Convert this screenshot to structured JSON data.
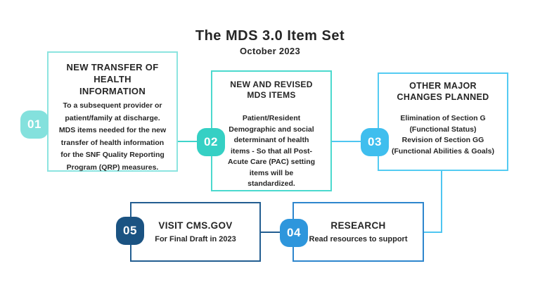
{
  "header": {
    "title": "The MDS 3.0 Item Set",
    "subtitle": "October 2023"
  },
  "steps": [
    {
      "number": "01",
      "title": "NEW TRANSFER OF\nHEALTH\nINFORMATION",
      "body": "To a subsequent provider or\npatient/family at discharge.\nMDS items needed for the new\ntransfer of health information\nfor the SNF Quality Reporting\nProgram (QRP) measures."
    },
    {
      "number": "02",
      "title": "NEW AND REVISED\nMDS ITEMS",
      "body": "Patient/Resident\nDemographic and social\ndeterminant of health\nitems - So that all Post-\nAcute Care (PAC) setting\nitems will be\nstandardized."
    },
    {
      "number": "03",
      "title": "OTHER MAJOR\nCHANGES PLANNED",
      "body": "Elimination of Section G\n(Functional Status)\nRevision of Section GG\n(Functional Abilities & Goals)"
    },
    {
      "number": "04",
      "title": "RESEARCH",
      "body": "Read resources to support"
    },
    {
      "number": "05",
      "title": "VISIT CMS.GOV",
      "body": "For Final Draft in 2023"
    }
  ],
  "colors": {
    "background": "#FFFFFF",
    "text": "#262626",
    "step1_accent": "#84E1DD",
    "step1_border": "#8CE4E0",
    "step2_accent": "#35D0C4",
    "step2_border": "#4CD9CE",
    "step3_accent": "#3FBEEE",
    "step3_border": "#54CBF2",
    "step4_accent": "#2E96DC",
    "step4_border": "#2E86CD",
    "step5_accent": "#1B5382",
    "step5_border": "#235E91",
    "connector_teal": "#3FD4CA",
    "connector_sky": "#4FC6F1",
    "connector_navy": "#235E91"
  }
}
